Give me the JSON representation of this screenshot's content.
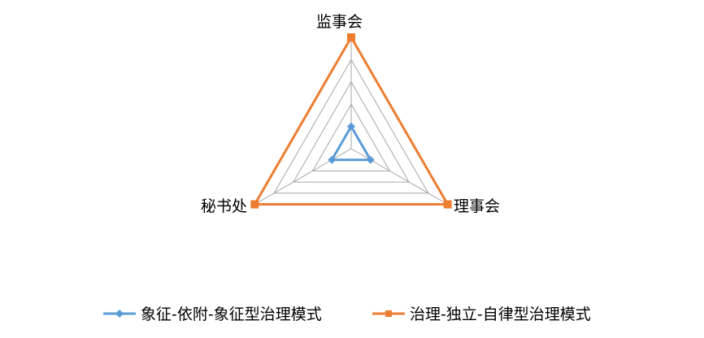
{
  "chart_data": {
    "type": "radar",
    "title": "",
    "categories": [
      "监事会",
      "理事会",
      "秘书处"
    ],
    "series": [
      {
        "name": "象征-依附-象征型治理模式",
        "values": [
          1,
          1,
          1
        ],
        "color": "#5B9BD5",
        "marker": "diamond"
      },
      {
        "name": "治理-独立-自律型治理模式",
        "values": [
          5,
          5,
          5
        ],
        "color": "#ED7D31",
        "marker": "square"
      }
    ],
    "rlim": [
      0,
      5
    ],
    "ring_count": 5,
    "grid": true,
    "legend_position": "bottom"
  },
  "axes": {
    "top": "监事会",
    "right": "理事会",
    "left": "秘书处"
  },
  "legend": {
    "items": [
      {
        "label": "象征-依附-象征型治理模式",
        "color": "#5B9BD5"
      },
      {
        "label": "治理-独立-自律型治理模式",
        "color": "#ED7D31"
      }
    ]
  }
}
